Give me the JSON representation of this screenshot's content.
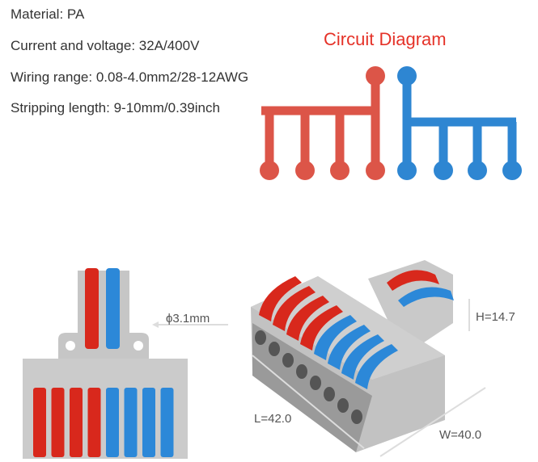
{
  "specs": [
    "Material: PA",
    "Current and voltage: 32A/400V",
    "Wiring range: 0.08-4.0mm2/28-12AWG",
    "Stripping length: 9-10mm/0.39inch"
  ],
  "circuit": {
    "title": "Circuit Diagram",
    "colors": {
      "live": "#dc5548",
      "neutral": "#2e86d2"
    }
  },
  "dimensions": {
    "hole": "ϕ3.1mm",
    "height": "H=14.7",
    "length": "L=42.0",
    "width": "W=40.0"
  },
  "colors": {
    "housing": "#c4c4c4",
    "lever_red": "#d8281c",
    "lever_blue": "#2c88d8"
  }
}
